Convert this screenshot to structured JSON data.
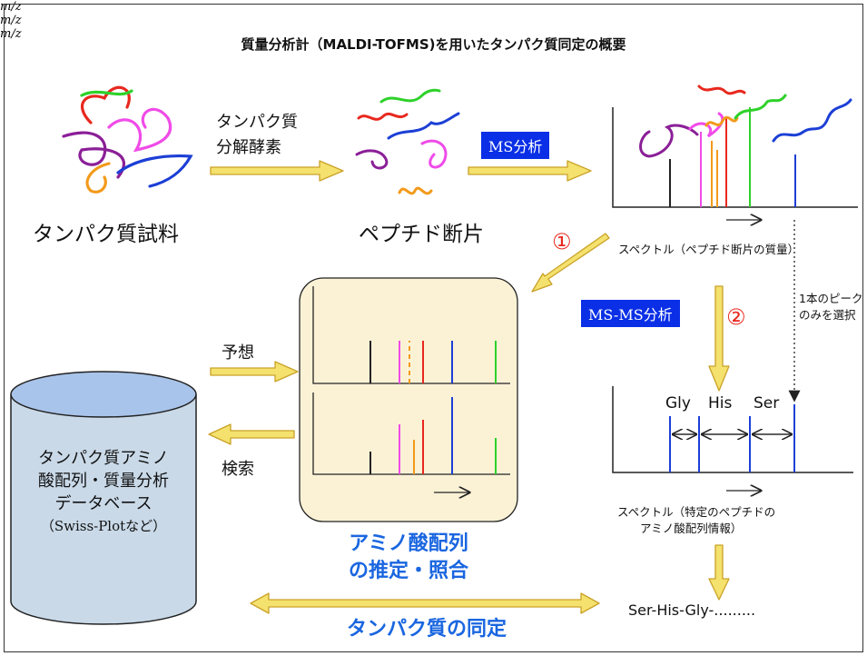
{
  "title": "質量分析計（MALDI-TOFMS)を用いたタンパク質同定の概要",
  "labels": {
    "protein_sample": "タンパク質試料",
    "enzyme_line1": "タンパク質",
    "enzyme_line2": "分解酵素",
    "peptide_fragments": "ペプチド断片",
    "ms_analysis": "MS分析",
    "msms_analysis": "MS-MS分析",
    "step1": "①",
    "step2": "②",
    "spectrum_caption": "スペクトル（ペプチド断片の質量）",
    "select_line1": "1本のピーク",
    "select_line2": "のみを選択",
    "predict": "予想",
    "search": "検索",
    "db_line1": "タンパク質アミノ",
    "db_line2": "酸配列・質量分析",
    "db_line3": "データベース",
    "db_line4": "（Swiss-Plotなど）",
    "estimate_line1": "アミノ酸配列",
    "estimate_line2": "の推定・照合",
    "identification": "タンパク質の同定",
    "msms_caption_line1": "スペクトル（特定のペプチドの",
    "msms_caption_line2": "アミノ酸配列情報）",
    "sequence": "Ser-His-Gly-.........",
    "mz": "m/z",
    "gly": "Gly",
    "his": "His",
    "ser": "Ser"
  },
  "colors": {
    "arrow_fill": "#f4e16e",
    "arrow_stroke": "#c9a227",
    "panel_fill": "#fbf2d6",
    "db_fill": "#c9d9e8",
    "db_top": "#a9c4ea",
    "red": "#e8281e",
    "magenta": "#f04be8",
    "purple": "#8b1f97",
    "orange": "#f39a1a",
    "green": "#2ed12a",
    "blue": "#1c3fd6",
    "badge": "#0a2fe6"
  }
}
